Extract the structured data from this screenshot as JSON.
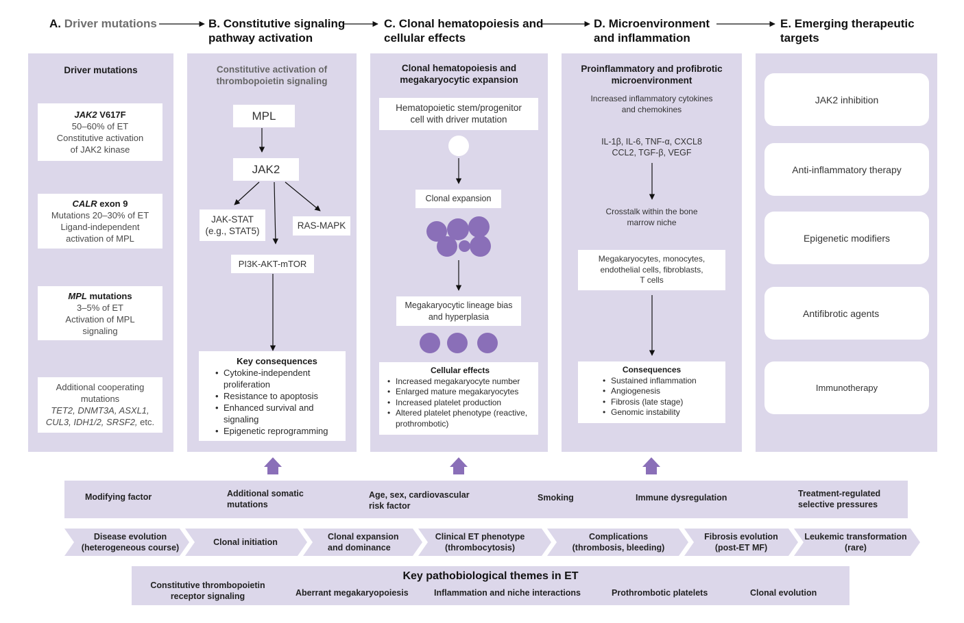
{
  "colors": {
    "panel": "#dcd7ea",
    "accent": "#8a6fb8",
    "arrow": "#8a6fb8"
  },
  "headers": {
    "a_letter": "A.",
    "a_rest": "Driver mutations",
    "b_line1": "B. Constitutive signaling",
    "b_line2": "pathway activation",
    "c_line1": "C. Clonal hematopoiesis and",
    "c_line2": "cellular effects",
    "d_line1": "D. Microenvironment",
    "d_line2": "and inflammation",
    "e_line1": "E. Emerging therapeutic",
    "e_line2": "targets"
  },
  "panelA": {
    "title": "Driver mutations",
    "box1": {
      "gene": "JAK2",
      "suffix": " V617F",
      "l1": "50–60% of ET",
      "l2": "Constitutive activation",
      "l3": "of JAK2 kinase"
    },
    "box2": {
      "gene": "CALR",
      "suffix": " exon 9",
      "l1": "Mutations 20–30% of ET",
      "l2": "Ligand-independent",
      "l3": "activation of MPL"
    },
    "box3": {
      "gene": "MPL",
      "suffix": " mutations",
      "l1": "3–5% of ET",
      "l2": "Activation of MPL",
      "l3": "signaling"
    },
    "box4": {
      "l1": "Additional cooperating",
      "l2": "mutations",
      "l3": "TET2, DNMT3A, ASXL1,",
      "l4": "CUL3, IDH1/2, SRSF2,",
      "l4b": " etc."
    }
  },
  "panelB": {
    "title1": "Constitutive activation of",
    "title2": "thrombopoietin signaling",
    "mpl": "MPL",
    "jak2": "JAK2",
    "jakstat1": "JAK-STAT",
    "jakstat2": "(e.g., STAT5)",
    "rasmapk": "RAS-MAPK",
    "pi3k": "PI3K-AKT-mTOR",
    "cons_title": "Key consequences",
    "cons": [
      "Cytokine-independent proliferation",
      "Resistance to apoptosis",
      "Enhanced survival and signaling",
      "Epigenetic reprogramming"
    ]
  },
  "panelC": {
    "title1": "Clonal hematopoiesis and",
    "title2": "megakaryocytic expansion",
    "hsc1": "Hematopoietic stem/progenitor",
    "hsc2": "cell with driver mutation",
    "clonal": "Clonal expansion",
    "mk1": "Megakaryocytic lineage bias",
    "mk2": "and hyperplasia",
    "cons_title": "Cellular effects",
    "cons": [
      "Increased megakaryocyte number",
      "Enlarged mature megakaryocytes",
      "Increased platelet production",
      "Altered platelet phenotype (reactive, prothrombotic)"
    ]
  },
  "panelD": {
    "title1": "Proinflammatory and profibrotic",
    "title2": "microenvironment",
    "inf1": "Increased inflammatory cytokines",
    "inf2": "and chemokines",
    "cyt1": "IL-1β, IL-6, TNF-α, CXCL8",
    "cyt2": "CCL2, TGF-β, VEGF",
    "cross1": "Crosstalk within the bone",
    "cross2": "marrow niche",
    "cells1": "Megakaryocytes, monocytes,",
    "cells2": "endothelial cells, fibroblasts,",
    "cells3": "T cells",
    "cons_title": "Consequences",
    "cons": [
      "Sustained inflammation",
      "Angiogenesis",
      "Fibrosis (late stage)",
      "Genomic instability"
    ]
  },
  "panelE": {
    "targets": [
      "JAK2 inhibition",
      "Anti-inflammatory therapy",
      "Epigenetic modifiers",
      "Antifibrotic agents",
      "Immunotherapy"
    ]
  },
  "modifiers": {
    "label": "Modifying factor",
    "items": [
      {
        "l1": "Additional somatic",
        "l2": "mutations"
      },
      {
        "l1": "Age, sex, cardiovascular",
        "l2": "risk factor"
      },
      {
        "l1": "Smoking",
        "l2": ""
      },
      {
        "l1": "Immune dysregulation",
        "l2": ""
      },
      {
        "l1": "Treatment-regulated",
        "l2": "selective pressures"
      }
    ]
  },
  "timeline": [
    {
      "l1": "Disease evolution",
      "l2": "(heterogeneous course)"
    },
    {
      "l1": "Clonal initiation",
      "l2": ""
    },
    {
      "l1": "Clonal expansion",
      "l2": "and dominance"
    },
    {
      "l1": "Clinical ET phenotype",
      "l2": "(thrombocytosis)"
    },
    {
      "l1": "Complications",
      "l2": "(thrombosis, bleeding)"
    },
    {
      "l1": "Fibrosis evolution",
      "l2": "(post-ET MF)"
    },
    {
      "l1": "Leukemic transformation",
      "l2": "(rare)"
    }
  ],
  "themes": {
    "title": "Key pathobiological themes in ET",
    "items": [
      {
        "l1": "Constitutive thrombopoietin",
        "l2": "receptor signaling"
      },
      {
        "l1": "Aberrant megakaryopoiesis",
        "l2": ""
      },
      {
        "l1": "Inflammation and niche interactions",
        "l2": ""
      },
      {
        "l1": "Prothrombotic platelets",
        "l2": ""
      },
      {
        "l1": "Clonal evolution",
        "l2": ""
      }
    ]
  }
}
